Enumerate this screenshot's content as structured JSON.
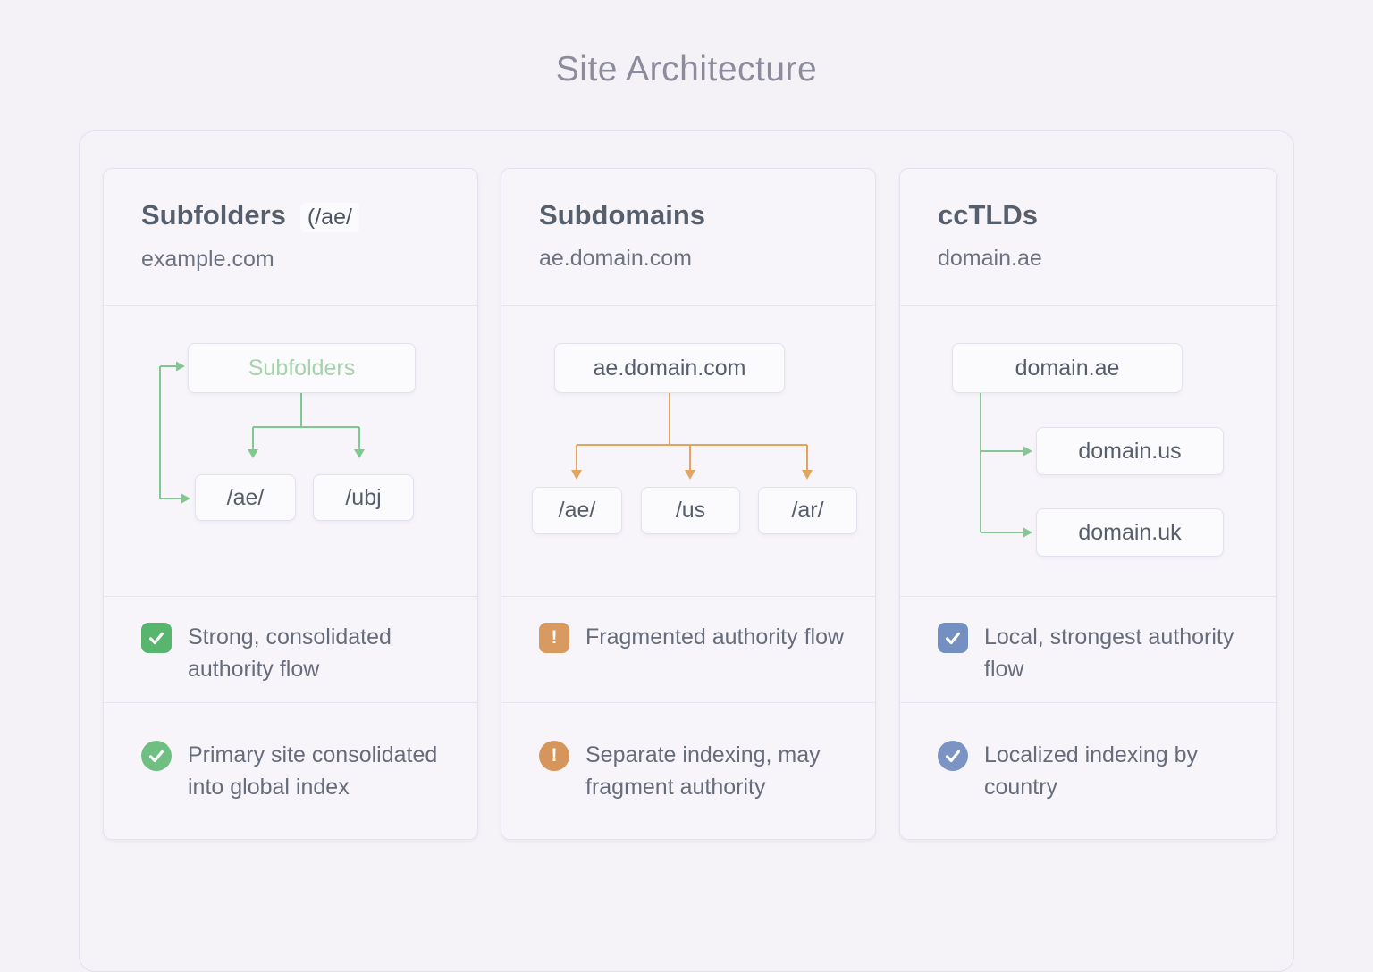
{
  "page_title": "Site Architecture",
  "cards": [
    {
      "title": "Subfolders",
      "tag": "(/ae/",
      "subtitle": "example.com",
      "diagram": {
        "root_label": "Subfolders",
        "children": [
          "/ae/",
          "/ubj"
        ],
        "connector_color": "#80c98e",
        "root_text_color": "#a7d2ad"
      },
      "notes": [
        {
          "icon": "check-square-icon",
          "icon_color": "#57b56d",
          "text": "Strong, consolidated authority flow"
        },
        {
          "icon": "check-circle-icon",
          "icon_color": "#6fbf82",
          "text": "Primary site consolidated into global index"
        }
      ]
    },
    {
      "title": "Subdomains",
      "tag": "",
      "subtitle": "ae.domain.com",
      "diagram": {
        "root_label": "ae.domain.com",
        "children": [
          "/ae/",
          "/us",
          "/ar/"
        ],
        "connector_color": "#e2a45f"
      },
      "notes": [
        {
          "icon": "exclamation-square-icon",
          "icon_color": "#d89a60",
          "text": "Fragmented authority flow"
        },
        {
          "icon": "exclamation-circle-icon",
          "icon_color": "#d6955a",
          "text": "Separate indexing, may fragment authority"
        }
      ]
    },
    {
      "title": "ccTLDs",
      "tag": "",
      "subtitle": "domain.ae",
      "diagram": {
        "root_label": "domain.ae",
        "children": [
          "domain.us",
          "domain.uk"
        ],
        "connector_color": "#85c893"
      },
      "notes": [
        {
          "icon": "check-square-icon",
          "icon_color": "#7390c1",
          "text": "Local, strongest authority flow"
        },
        {
          "icon": "check-circle-icon",
          "icon_color": "#7b94c4",
          "text": "Localized indexing by country"
        }
      ]
    }
  ]
}
